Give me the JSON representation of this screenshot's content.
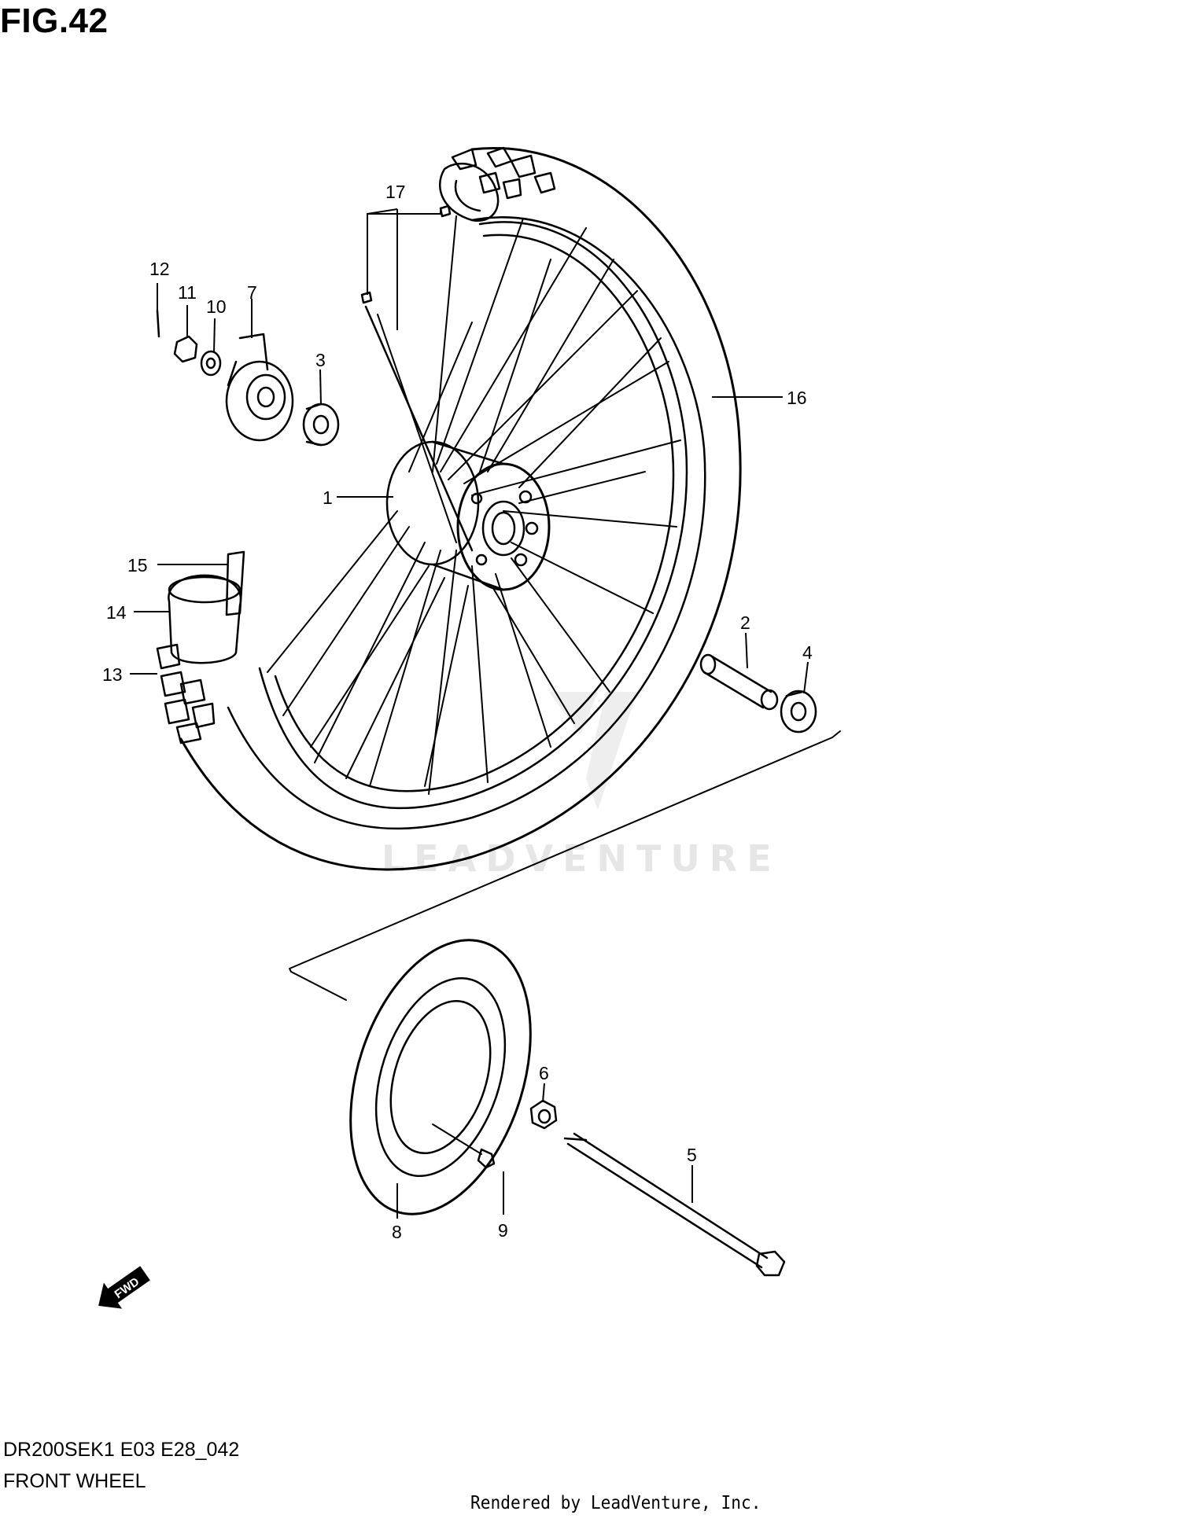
{
  "figure": {
    "title": "FIG.42"
  },
  "footer": {
    "model_code": "DR200SEK1 E03 E28_042",
    "section_name": "FRONT WHEEL",
    "render_credit": "Rendered by LeadVenture, Inc."
  },
  "watermark": {
    "text": "LEADVENTURE"
  },
  "direction_badge": {
    "text": "FWD",
    "icon": "forward-arrow-icon"
  },
  "callouts": [
    "1",
    "2",
    "3",
    "4",
    "5",
    "6",
    "7",
    "8",
    "9",
    "10",
    "11",
    "12",
    "13",
    "14",
    "15",
    "16",
    "17"
  ],
  "parts": {
    "hub": "1",
    "spacer": "2",
    "bearing_left": "3",
    "bearing_right": "4",
    "axle": "5",
    "axle_nut": "6",
    "speedometer_gearbox": "7",
    "brake_disc": "8",
    "disc_bolt": "9",
    "washer": "10",
    "nut": "11",
    "cotter_pin": "12",
    "tire": "13",
    "tube": "14",
    "rim_band": "15",
    "rim": "16",
    "spoke_set": "17"
  },
  "colors": {
    "line": "#000000",
    "watermark": "#e6e6e6",
    "background": "#ffffff"
  }
}
